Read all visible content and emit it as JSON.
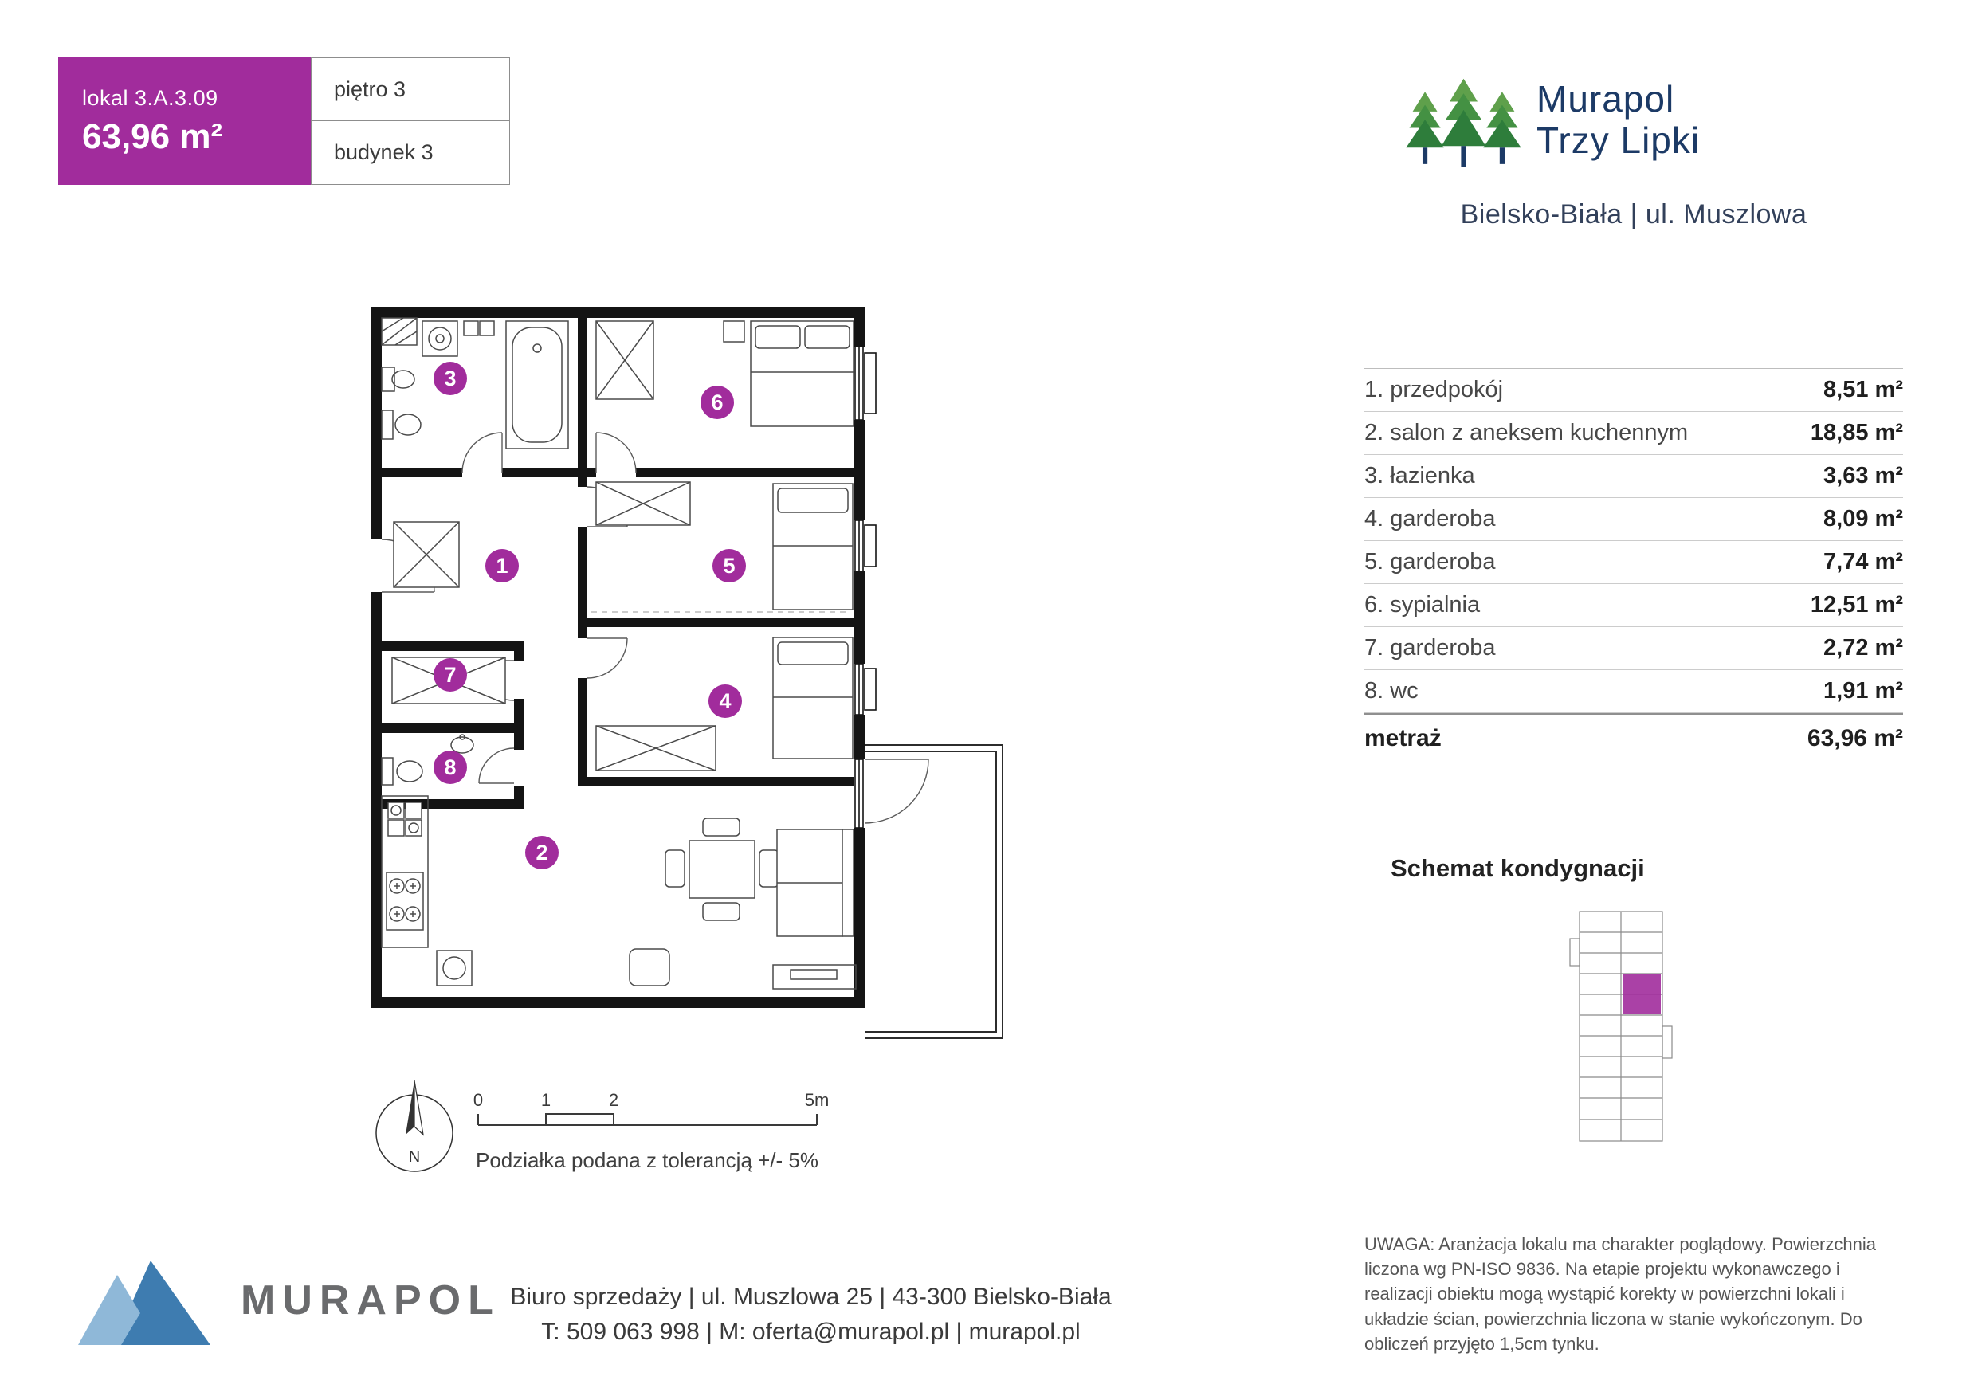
{
  "colors": {
    "accent": "#A12C9C",
    "brand_navy": "#1C3A66",
    "tree_green_1": "#5FA04B",
    "tree_green_2": "#449143",
    "tree_green_3": "#2E7D3B",
    "logo_blue_light": "#8FB8D8",
    "logo_blue_dark": "#3E7CB0"
  },
  "unit_card": {
    "lokal": "lokal 3.A.3.09",
    "area": "63,96 m²",
    "floor": "piętro 3",
    "building": "budynek 3"
  },
  "brand": {
    "name_line1": "Murapol",
    "name_line2": "Trzy Lipki",
    "location": "Bielsko-Biała | ul. Muszlowa"
  },
  "rooms_table": {
    "rows": [
      {
        "label": "1. przedpokój",
        "area": "8,51 m²"
      },
      {
        "label": "2. salon z aneksem kuchennym",
        "area": "18,85 m²"
      },
      {
        "label": "3. łazienka",
        "area": "3,63 m²"
      },
      {
        "label": "4. garderoba",
        "area": "8,09 m²"
      },
      {
        "label": "5. garderoba",
        "area": "7,74 m²"
      },
      {
        "label": "6. sypialnia",
        "area": "12,51 m²"
      },
      {
        "label": "7. garderoba",
        "area": "2,72 m²"
      },
      {
        "label": "8. wc",
        "area": "1,91 m²"
      }
    ],
    "total": {
      "label": "metraż",
      "area": "63,96 m²"
    }
  },
  "floor_schema": {
    "title": "Schemat kondygnacji"
  },
  "plan": {
    "room_numbers": [
      "1",
      "2",
      "3",
      "4",
      "5",
      "6",
      "7",
      "8"
    ],
    "scale": {
      "ticks": [
        "0",
        "1",
        "2",
        "5m"
      ],
      "note": "Podziałka podana z tolerancją +/- 5%"
    },
    "compass": {
      "north": "N"
    }
  },
  "footer": {
    "logo_text": "MURAPOL",
    "address": "Biuro sprzedaży | ul. Muszlowa 25 | 43-300 Bielsko-Biała",
    "contact": "T: 509 063 998 | M: oferta@murapol.pl | murapol.pl"
  },
  "disclaimer": "UWAGA: Aranżacja lokalu ma charakter poglądowy. Powierzchnia liczona wg PN-ISO 9836. Na etapie projektu wykonawczego i realizacji obiektu mogą wystąpić korekty w powierzchni lokali i układzie ścian, powierzchnia liczona w stanie wykończonym. Do obliczeń przyjęto 1,5cm tynku."
}
